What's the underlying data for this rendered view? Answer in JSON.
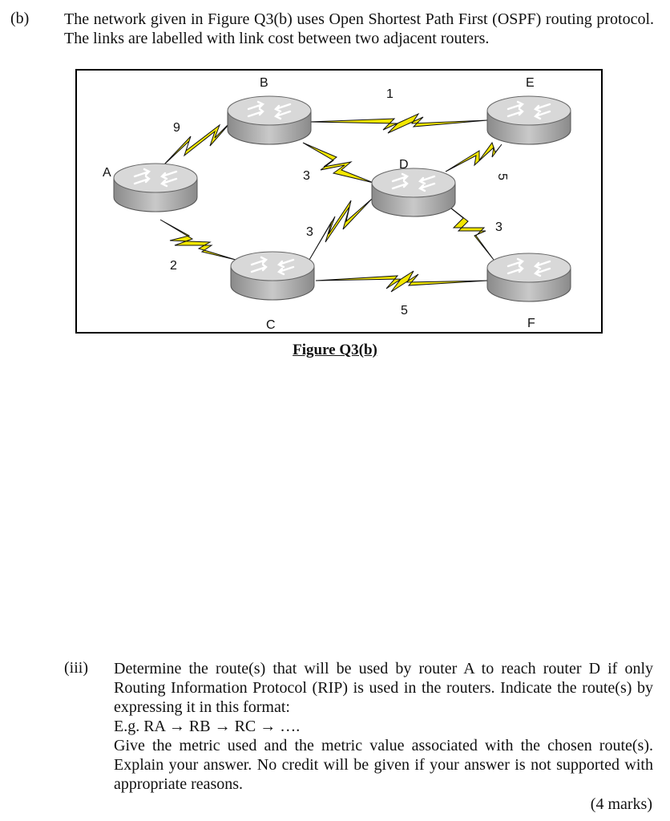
{
  "question": {
    "number": "(b)",
    "text": "The network given in Figure Q3(b) uses Open Shortest Path First (OSPF) routing protocol. The links are labelled with link cost between two adjacent routers."
  },
  "figure": {
    "caption": "Figure Q3(b)",
    "routers": [
      {
        "id": "A",
        "label": "A"
      },
      {
        "id": "B",
        "label": "B"
      },
      {
        "id": "C",
        "label": "C"
      },
      {
        "id": "D",
        "label": "D"
      },
      {
        "id": "E",
        "label": "E"
      },
      {
        "id": "F",
        "label": "F"
      }
    ],
    "links": [
      {
        "from": "A",
        "to": "B",
        "cost": "9"
      },
      {
        "from": "A",
        "to": "C",
        "cost": "2"
      },
      {
        "from": "B",
        "to": "E",
        "cost": "1"
      },
      {
        "from": "B",
        "to": "D",
        "cost": "3"
      },
      {
        "from": "C",
        "to": "D",
        "cost": "3"
      },
      {
        "from": "C",
        "to": "F",
        "cost": "5"
      },
      {
        "from": "D",
        "to": "E",
        "cost": "5"
      },
      {
        "from": "D",
        "to": "F",
        "cost": "3"
      }
    ],
    "link_color": "#f2e600"
  },
  "subquestion": {
    "number": "(iii)",
    "line1": "Determine the route(s) that will be used by router A to reach router D if only Routing Information Protocol (RIP) is used in the routers. Indicate the route(s) by expressing it in this format:",
    "example": "E.g. RA → RB → RC → ….",
    "line2": "Give the metric used and the metric value associated with the chosen route(s). Explain your answer. No credit will be given if your answer is not supported with appropriate reasons.",
    "marks": "(4 marks)"
  }
}
